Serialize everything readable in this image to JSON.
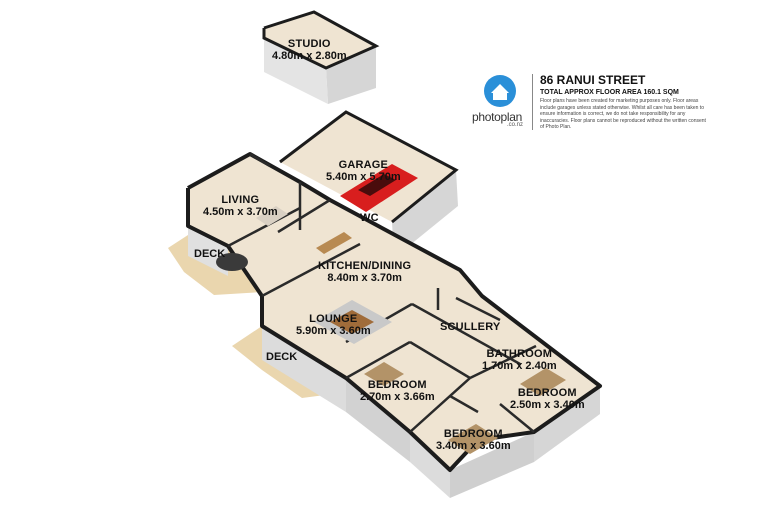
{
  "header": {
    "address": "86 RANUI STREET",
    "floor_area": "TOTAL APPROX FLOOR AREA 160.1 SQM",
    "disclaimer": "Floor plans have been created for marketing purposes only. Floor areas include garages unless stated otherwise. Whilst all care has been taken to ensure information is correct, we do not take responsibility for any inaccuracies. Floor plans cannot be reproduced without the written consent of Photo Plan."
  },
  "brand": {
    "name": "photoplan",
    "tld": ".co.nz",
    "color": "#2a8fd8"
  },
  "rooms": {
    "studio": {
      "name": "STUDIO",
      "dims": "4.80m x 2.80m"
    },
    "garage": {
      "name": "GARAGE",
      "dims": "5.40m x 5.70m"
    },
    "living": {
      "name": "LIVING",
      "dims": "4.50m x 3.70m"
    },
    "wc": {
      "name": "WC"
    },
    "kitchen": {
      "name": "KITCHEN/DINING",
      "dims": "8.40m x 3.70m"
    },
    "lounge": {
      "name": "LOUNGE",
      "dims": "5.90m x 3.60m"
    },
    "scullery": {
      "name": "SCULLERY"
    },
    "bathroom": {
      "name": "BATHROOM",
      "dims": "1.70m x 2.40m"
    },
    "bedroom1": {
      "name": "BEDROOM",
      "dims": "2.70m x 3.66m"
    },
    "bedroom2": {
      "name": "BEDROOM",
      "dims": "2.50m x 3.40m"
    },
    "bedroom3": {
      "name": "BEDROOM",
      "dims": "3.40m x 3.60m"
    }
  },
  "decks": {
    "deck1": "DECK",
    "deck2": "DECK"
  },
  "colors": {
    "floor": "#efe4d2",
    "deck": "#ead6ae",
    "wall_top": "#1c1c1c",
    "wall_face": "#d9d9d9",
    "car": "#d81e1e"
  }
}
